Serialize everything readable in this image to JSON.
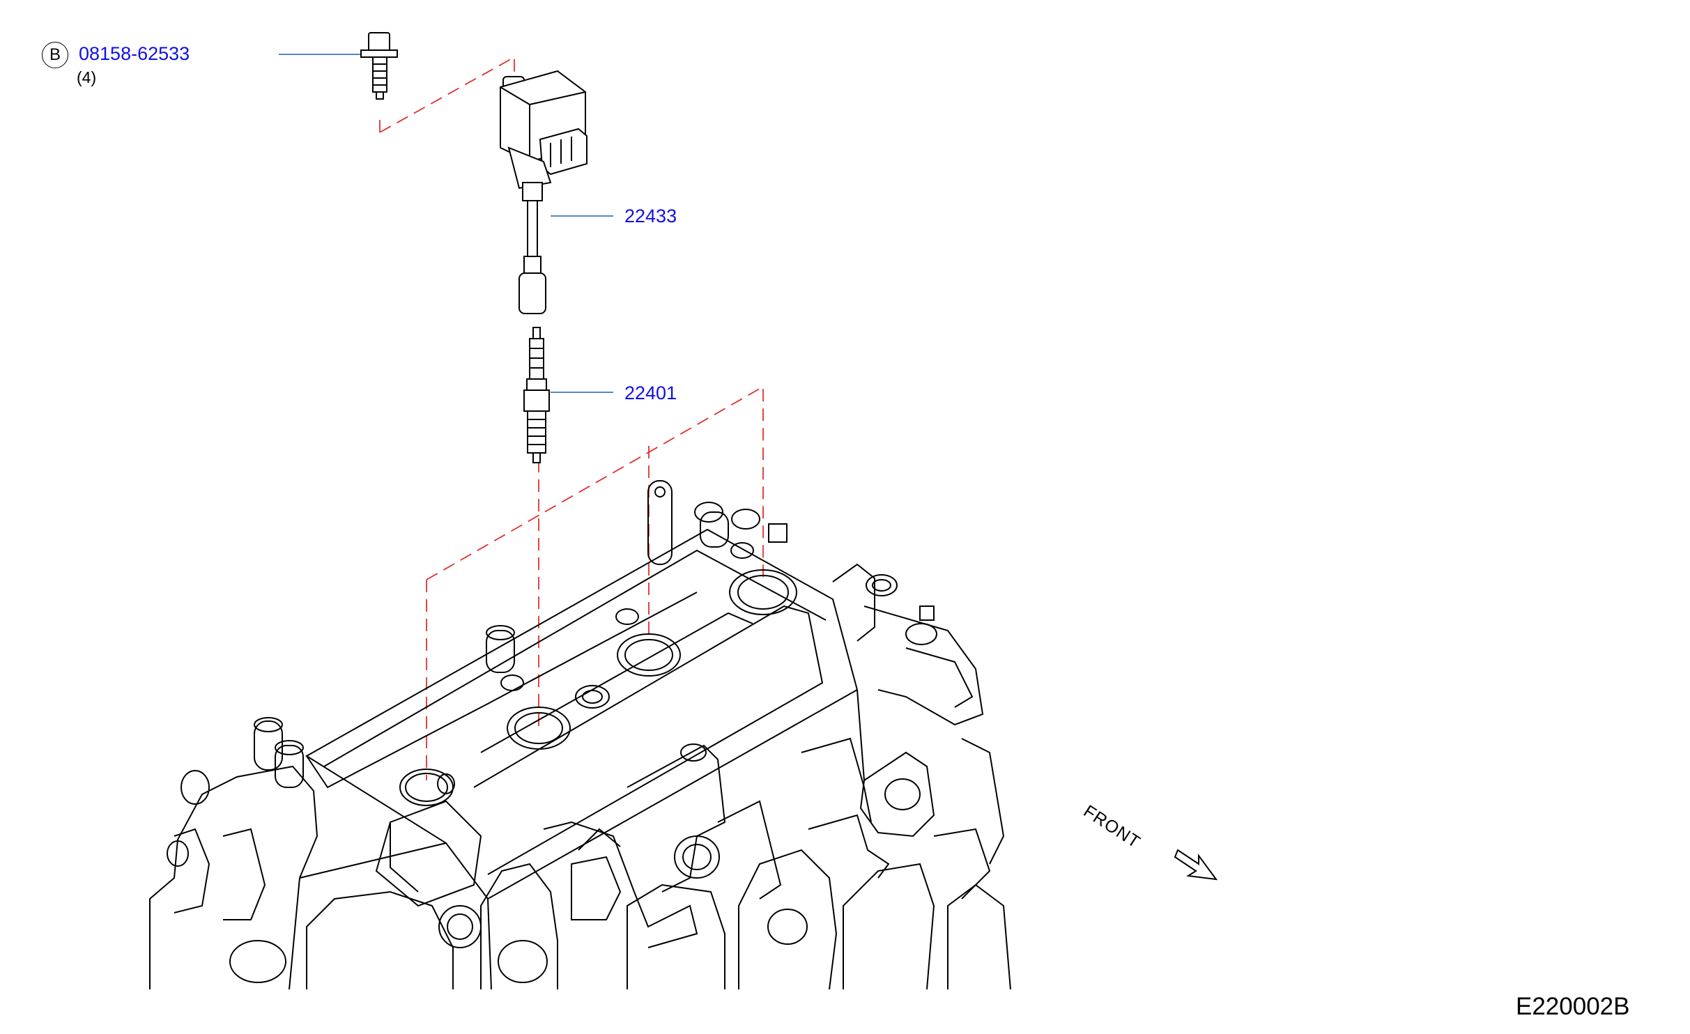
{
  "callouts": {
    "bolt": {
      "circle_letter": "B",
      "part_number": "08158-62533",
      "quantity": "(4)"
    },
    "ignition_coil": {
      "part_number": "22433"
    },
    "spark_plug": {
      "part_number": "22401"
    }
  },
  "direction_label": "FRONT",
  "diagram_code": "E220002B",
  "colors": {
    "part_number_link": "#1010e6",
    "leader_line": "#1f5fbf",
    "alignment_dash": "#e03030",
    "line_art": "#000000"
  }
}
